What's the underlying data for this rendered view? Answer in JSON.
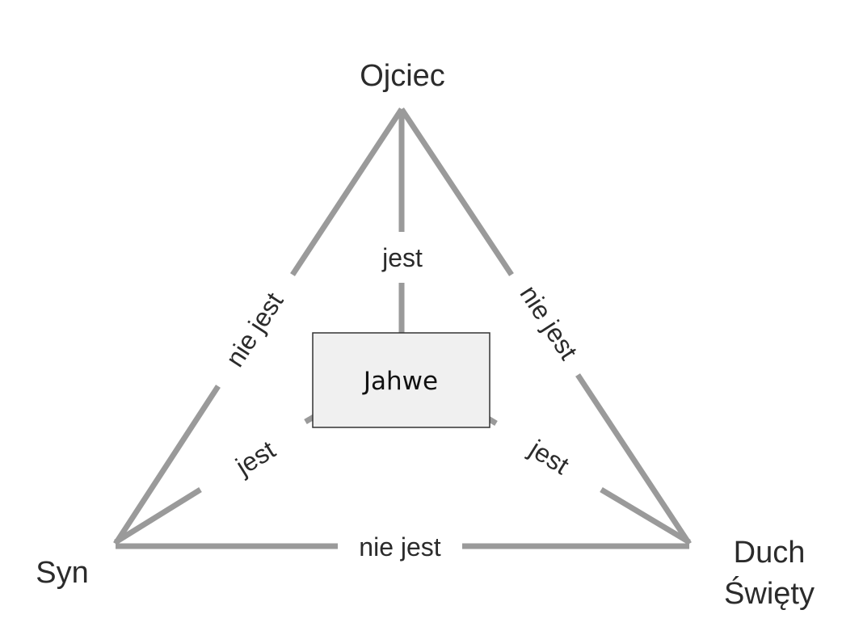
{
  "nodes": {
    "top": "Ojciec",
    "left": "Syn",
    "right_line1": "Duch",
    "right_line2": "Święty",
    "center": "Jahwe"
  },
  "edges": {
    "top_left": "nie jest",
    "top_right": "nie jest",
    "bottom": "nie jest",
    "center_top": "jest",
    "center_left": "jest",
    "center_right": "jest"
  },
  "colors": {
    "edge": "#9a9a9a",
    "center_fill": "#f0f0f0",
    "center_border": "#333333",
    "text": "#2b2b2b"
  }
}
